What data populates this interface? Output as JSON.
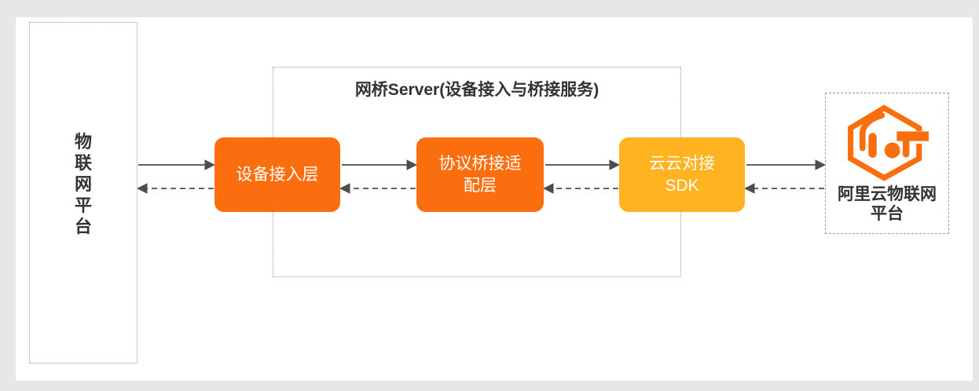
{
  "diagram": {
    "left_platform": {
      "label": "物联网平台"
    },
    "bridge_server": {
      "title": "网桥Server(设备接入与桥接服务)",
      "boxes": [
        {
          "id": "device-access-layer",
          "label": "设备接入层",
          "color": "#fb6e0f"
        },
        {
          "id": "protocol-bridge-adapter-layer",
          "label": "协议桥接适\n配层",
          "color": "#fb6e0f"
        },
        {
          "id": "cloud-cloud-sdk",
          "label": "云云对接\nSDK",
          "color": "#ffb321"
        }
      ]
    },
    "aliyun_platform": {
      "label": "阿里云物联网\n平台",
      "logo_icon": "aliyun-iot-hexagon-logo"
    },
    "arrows": {
      "solid_direction": "left-to-right",
      "dashed_direction": "right-to-left",
      "pairs": [
        {
          "from": "物联网平台",
          "to": "设备接入层"
        },
        {
          "from": "设备接入层",
          "to": "协议桥接适配层"
        },
        {
          "from": "协议桥接适配层",
          "to": "云云对接SDK"
        },
        {
          "from": "云云对接SDK",
          "to": "阿里云物联网平台"
        }
      ]
    },
    "colors": {
      "page_background": "#e7e7e7",
      "panel_white": "#ffffff",
      "box_orange": "#fb6e0f",
      "box_amber": "#ffb321",
      "logo_orange": "#fb6e0f",
      "text_dark": "#333333",
      "arrow_gray": "#4d4d4d",
      "dashed_border_gray": "#9b9b9b"
    }
  }
}
